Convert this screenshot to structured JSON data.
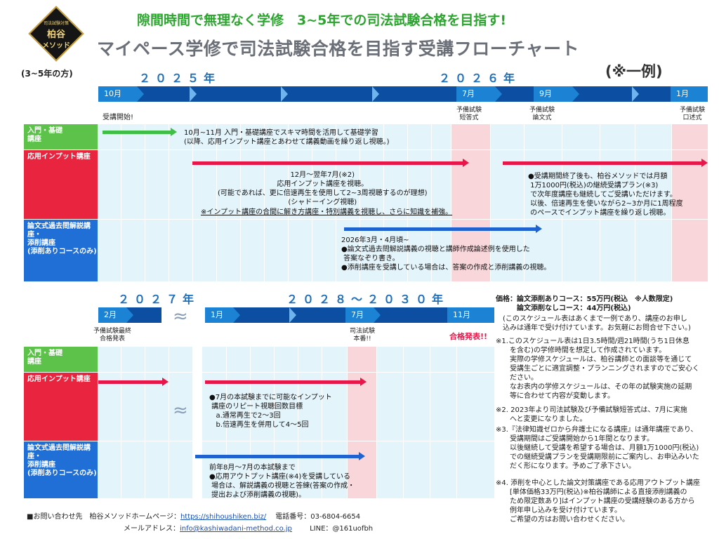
{
  "logo": {
    "top": "司法試験対策",
    "main": "柏谷",
    "sub": "メソッド"
  },
  "headline": "隙間時間で無理なく学修　3~5年での司法試験合格を目指す!",
  "title": "マイペース学修で司法試験合格を目指す受講フローチャート",
  "example": "(※一例)",
  "duration": "(3~5年の方)",
  "top": {
    "year1": "２０２５年",
    "year2": "２０２６年",
    "months": [
      "10月",
      "7月",
      "9月",
      "1月"
    ],
    "start": "受講開始!",
    "exam1": "予備試験\n短答式",
    "exam2": "予備試験\n論文式",
    "exam3": "予備試験\n口述式",
    "rows": [
      "入門・基礎\n講座",
      "応用インプット講座",
      "論文式過去問解説講\n座・\n添削講座\n(添削ありコースのみ)"
    ],
    "t1": "10月~11月 入門・基礎講座でスキマ時間を活用して基礎学習\n(以降、応用インプット講座とあわせて講義動画を繰り返し視聴。)",
    "t2": "12月～翌年7月(※2)\n応用インプット講座を視聴。\n(可能であれば、更に倍速再生を使用して2~3周視聴するのが理想)\n(シャドーイング視聴)",
    "t2b": "※インプット講座の合間に解き方講座・特別講義を視聴し、さらに知識を補強。",
    "t3": "●受講期間終了後も、柏谷メソッドでは月額\n 1万1000円(税込)の継続受講プラン(※3)\n で次年度講座も継続してご受講いただけます。\n 以後、倍速再生を使いながら2~3か月に1周程度\n のペースでインプット講座を繰り返し視聴。",
    "t4": "2026年3月・4月頃~\n●論文式過去問解説講義の視聴と講師作成論述例を使用した\n 答案なぞり書き。\n●添削講座を受講している場合は、答案の作成と添削講義の視聴。"
  },
  "bottom": {
    "year1": "２０２７年",
    "year2": "２０２８～２０３０年",
    "approx": "≈",
    "months": [
      "2月",
      "1月",
      "7月",
      "11月"
    ],
    "exam1": "予備試験最終\n合格発表",
    "exam2": "司法試験\n本番!!",
    "pass": "合格発表!!",
    "rows": [
      "入門・基礎\n講座",
      "応用インプット講座",
      "論文式過去問解説講\n座・\n添削講座\n(添削ありコースのみ)"
    ],
    "t1": "●7月の本試験までに可能なインプット\n 講座のリピート視聴回数目標\n   a.通常再生で2～3回\n   b.倍速再生を併用して4～5回",
    "t2": "前年8月～7月の本試験まで\n●応用アウトプット講座(※4)を受講している\n 場合は、解説講義の視聴と答練(答案の作成・\n 提出および添削講義の視聴)。"
  },
  "contact": {
    "label": "■お問い合わせ先　柏谷メソッドホームページ：",
    "url": "https://shihoushiken.biz/",
    "tel": "電話番号：03-6804-6654",
    "mail_label": "メールアドレス：",
    "mail": "info@kashiwadani-method.co.jp",
    "line": "LINE：@161uofbh"
  },
  "notes": {
    "price1": "価格：論文添削ありコース：55万円(税込　※人数限定)",
    "price2": "　　　論文添削なしコース：44万円(税込)",
    "price3": "　(このスケジュール表はあくまで一例であり、講座のお申し\n　込みは通年で受け付けています。お気軽にお問合せ下さい。)",
    "n1": "※1.このスケジュール表は1日3.5時間/週21時間(うち1日休息\n　　を含む)の学修時間を想定して作成されています。\n　　実際の学修スケジュールは、柏谷講師との面談等を通じて\n　　受講生ごとに適宜調整・プランニングされますのでご安心く\n　　ださい。\n　　なお表内の学修スケジュールは、その年の試験実施の延期\n　　等に合わせて内容が変動します。",
    "n2": "※2. 2023年より司法試験及び予備試験短答式は、7月に実施\n　　へと変更になりました。",
    "n3": "※3.『法律知識ゼロから弁護士になる講座』は通年講座であり、\n　　受講期間はご受講開始から1年間となります。\n　　以後継続して受講を希望する場合は、月額1万1000円(税込)\n　　での継続受講プランを受講期限前にご案内し、お申込みいた\n　　だく形になります。予めご了承下さい。",
    "n4": "※4. 添削を中心とした論文対策講座である応用アウトプット講座\n　　[単体価格33万円(税込)※柏谷講師による直接添削講義の\n　　ため限定数あり]はインプット講座の受講経験のある方から\n　　例年申し込みを受け付けています。\n　　ご希望の方はお問い合わせください。"
  },
  "colors": {
    "green": "#2ba52e",
    "blue": "#0b4ea2",
    "red": "#e8174a",
    "pink": "#f9d6d9",
    "grid": "#e4f4fb"
  }
}
